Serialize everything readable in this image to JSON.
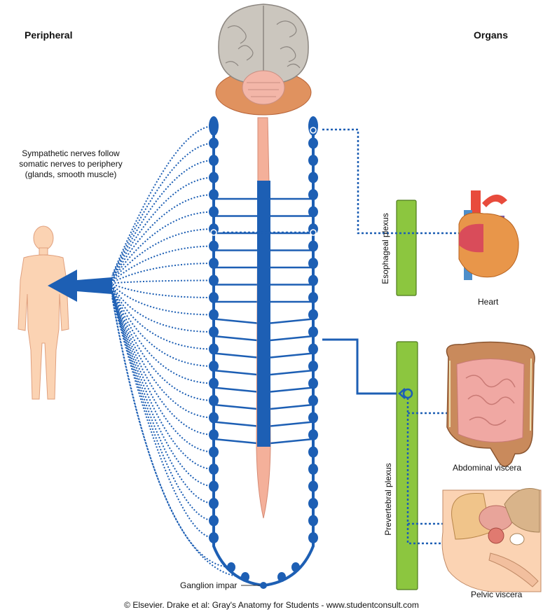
{
  "headings": {
    "left": "Peripheral",
    "right": "Organs"
  },
  "annotation": {
    "line1": "Sympathetic nerves follow",
    "line2": "somatic nerves to periphery",
    "line3": "(glands, smooth muscle)"
  },
  "plexus": {
    "esophageal": "Esophageal plexus",
    "prevertebral": "Prevertebral plexus"
  },
  "organs": {
    "heart": "Heart",
    "abdominal": "Abdominal viscera",
    "pelvic": "Pelvic viscera"
  },
  "ganglion_label": "Ganglion impar",
  "credit": "© Elsevier. Drake et al: Gray's Anatomy for Students - www.studentconsult.com",
  "colors": {
    "nerve_blue": "#1d5fb4",
    "plexus_green": "#8cc63f",
    "cord_pink": "#f4b09a",
    "brain_gray": "#c9c4bc"
  }
}
